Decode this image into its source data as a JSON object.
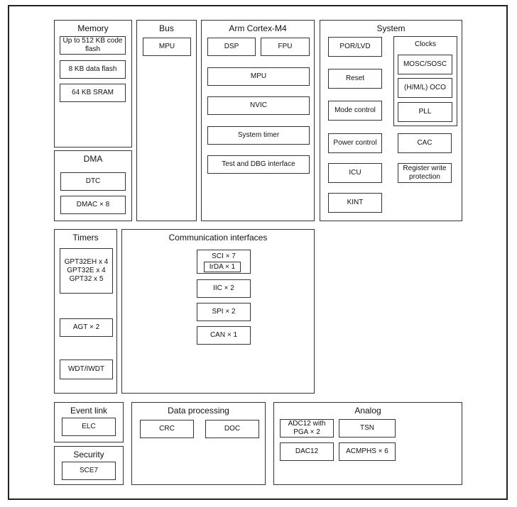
{
  "memory": {
    "title": "Memory",
    "code_flash": "Up to 512 KB code flash",
    "data_flash": "8 KB data flash",
    "sram": "64 KB SRAM"
  },
  "dma": {
    "title": "DMA",
    "dtc": "DTC",
    "dmac": "DMAC × 8"
  },
  "bus": {
    "title": "Bus",
    "mpu": "MPU"
  },
  "cortex": {
    "title": "Arm Cortex-M4",
    "dsp": "DSP",
    "fpu": "FPU",
    "mpu": "MPU",
    "nvic": "NVIC",
    "systimer": "System timer",
    "debug": "Test and DBG interface"
  },
  "system": {
    "title": "System",
    "porlvd": "POR/LVD",
    "reset": "Reset",
    "mode": "Mode control",
    "power": "Power control",
    "icu": "ICU",
    "kint": "KINT",
    "cac": "CAC",
    "regwrite": "Register write protection",
    "clocks": {
      "title": "Clocks",
      "mosc": "MOSC/SOSC",
      "oco": "(H/M/L) OCO",
      "pll": "PLL"
    }
  },
  "timers": {
    "title": "Timers",
    "gpt": "GPT32EH x 4\nGPT32E x 4\nGPT32 x 5",
    "agt": "AGT × 2",
    "wdt": "WDT/IWDT"
  },
  "comm": {
    "title": "Communication interfaces",
    "sci": "SCI × 7",
    "irda": "IrDA × 1",
    "iic": "IIC × 2",
    "spi": "SPI × 2",
    "can": "CAN × 1"
  },
  "eventlink": {
    "title": "Event link",
    "elc": "ELC"
  },
  "security": {
    "title": "Security",
    "sce": "SCE7"
  },
  "dataproc": {
    "title": "Data processing",
    "crc": "CRC",
    "doc": "DOC"
  },
  "analog": {
    "title": "Analog",
    "adc": "ADC12 with\nPGA × 2",
    "tsn": "TSN",
    "dac": "DAC12",
    "acmp": "ACMPHS × 6"
  }
}
